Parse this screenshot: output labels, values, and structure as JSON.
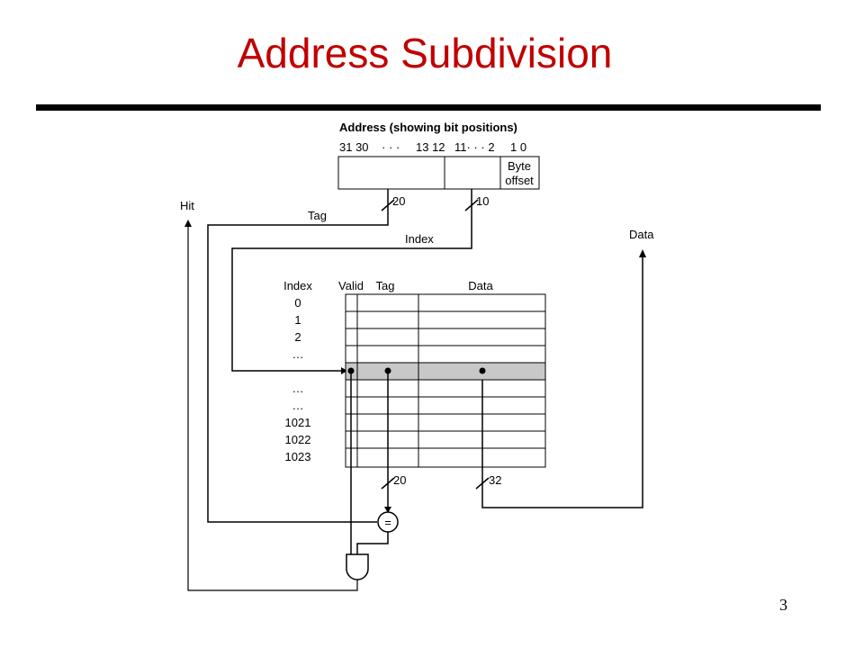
{
  "slide": {
    "title": "Address Subdivision",
    "page_number": "3"
  },
  "address": {
    "heading": "Address (showing bit positions)",
    "bit_labels": [
      "31 30",
      "· · ·",
      "13 12",
      "11· · · 2",
      "1 0"
    ],
    "byte_offset": [
      "Byte",
      "offset"
    ],
    "tag_width": "20",
    "index_width": "10"
  },
  "signals": {
    "hit": "Hit",
    "tag": "Tag",
    "index": "Index",
    "data": "Data"
  },
  "cache": {
    "headers": {
      "index": "Index",
      "valid": "Valid",
      "tag": "Tag",
      "data": "Data"
    },
    "index_labels": [
      "0",
      "1",
      "2",
      "…",
      "",
      "…",
      "…",
      "1021",
      "1022",
      "1023"
    ],
    "tag_out_width": "20",
    "data_out_width": "32"
  },
  "comparator": "=",
  "colors": {
    "title": "#c00000",
    "highlight_row": "#c8c8c8"
  }
}
